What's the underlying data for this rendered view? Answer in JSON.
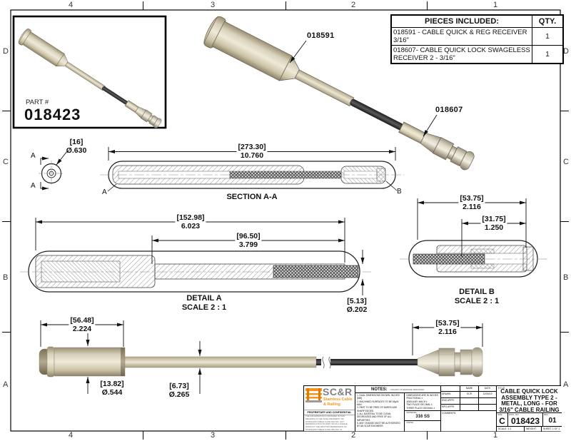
{
  "colors": {
    "accent_orange": "#F7941D",
    "part_tan": "#D8CFB6",
    "cable_dark": "#3B3B3B",
    "logo_gray": "#808184"
  },
  "border": {
    "top_cols": [
      "4",
      "3",
      "2",
      "1"
    ],
    "bottom_cols": [
      "4",
      "3",
      "2",
      "1"
    ],
    "left_rows": [
      "D",
      "C",
      "B",
      "A"
    ],
    "right_rows": [
      "D",
      "C",
      "B",
      "A"
    ]
  },
  "part_box": {
    "label": "PART #",
    "number": "018423"
  },
  "iso_view": {
    "label_receiver": "018591",
    "label_swageless": "018607"
  },
  "pieces_table": {
    "title": "PIECES INCLUDED:",
    "qty_header": "QTY.",
    "rows": [
      {
        "desc": "018591 - CABLE QUICK & REG RECEIVER 3/16\"",
        "qty": "1"
      },
      {
        "desc": "018607- CABLE QUICK LOCK SWAGELESS RECEIVER 2 - 3/16\"",
        "qty": "1"
      }
    ]
  },
  "section_view": {
    "cut_label_top": "A",
    "cut_label_bottom": "A",
    "end_dim_mm": "[16]",
    "end_dim_in": "Ø.630",
    "length_mm": "[273.30]",
    "length_in": "10.760",
    "marker_left": "A",
    "marker_right": "B",
    "title": "SECTION A-A"
  },
  "detail_a": {
    "title": "DETAIL A",
    "scale": "SCALE 2 : 1",
    "overall_mm": "[152.98]",
    "overall_in": "6.023",
    "inner_mm": "[96.50]",
    "inner_in": "3.799",
    "dia_mm": "[5.13]",
    "dia_in": "Ø.202"
  },
  "detail_b": {
    "title": "DETAIL B",
    "scale": "SCALE 2 : 1",
    "overall_mm": "[53.75]",
    "overall_in": "2.116",
    "inner_mm": "[31.75]",
    "inner_in": "1.250"
  },
  "render_view": {
    "body_len_mm": "[56.48]",
    "body_len_in": "2.224",
    "body_dia_mm": "[13.82]",
    "body_dia_in": "Ø.544",
    "shaft_dia_mm": "[6.73]",
    "shaft_dia_in": "Ø.265",
    "fitting_len_mm": "[53.75]",
    "fitting_len_in": "2.116"
  },
  "title_block": {
    "logo_text": "SC&R",
    "logo_sub1": "Stainless Cable",
    "logo_sub2": "& Railing",
    "confidential": "PROPRIETARY AND CONFIDENTIAL",
    "legal": "THE INFORMATION CONTAINED IN THIS DRAWING IS THE SOLE PROPERTY OF STAINLESS CABLE & RAILING INC. ANY REPRODUCTION IN PART OR AS A WHOLE WITHOUT THE WRITTEN PERMISSION OF STAINLESS CABLE & RAILING INC. IS PROHIBITED.",
    "notes_label": "NOTES:",
    "notes_sub": "UNLESS OTHERWISE SPECIFIED",
    "notes": [
      "1. DUAL DIMENSIONS SHOWN: INCHES [MM]",
      "2. MACHINED SURFACES TO BE 63µIN MAX.",
      "3. PART TO BE FREE OF BURRS AND SHARP EDGES.",
      "4. ALL MATERIAL TO BE CLEAN, DEGREASED AND FREE OF ALL IMPURITIES.",
      "5. ANY CHANGE MUST BE AUTHORIZED BY AN SC&R ENGINEER."
    ],
    "tolerances": [
      "DIMENSIONS ARE IN INCHES",
      "FRACTIONAL ±",
      "ANGULAR: MACH ±",
      "TWO PLACE DECIMAL ±",
      "THREE PLACE DECIMAL ±"
    ],
    "material_label": "MATERIAL",
    "material": "316 SS",
    "finish_label": "FINISH",
    "col_name": "NAME",
    "col_date": "DATE",
    "row_drawn_label": "DRAWN",
    "drawn_name": "SCR",
    "drawn_date": "12/06/19",
    "row_eng": "ENG APPR.",
    "row_mfg": "MFG APPR.",
    "row_comments": "COMMENTS:",
    "title_label": "TITLE:",
    "title_line1": "CABLE QUICK LOCK",
    "title_line2": "ASSEMBLY TYPE 2 -",
    "title_line3": "METAL, LONG - FOR",
    "title_line4": "3/16\" CABLE RAILING",
    "size_label": "SIZE",
    "size": "C",
    "dwg_label": "DWG.  NO.",
    "dwg_no": "018423",
    "rev_label": "REV",
    "rev": "01",
    "scale": "SCALE: 1:1",
    "weight": "WEIGHT:",
    "sheet": "SHEET 1 OF 1"
  }
}
